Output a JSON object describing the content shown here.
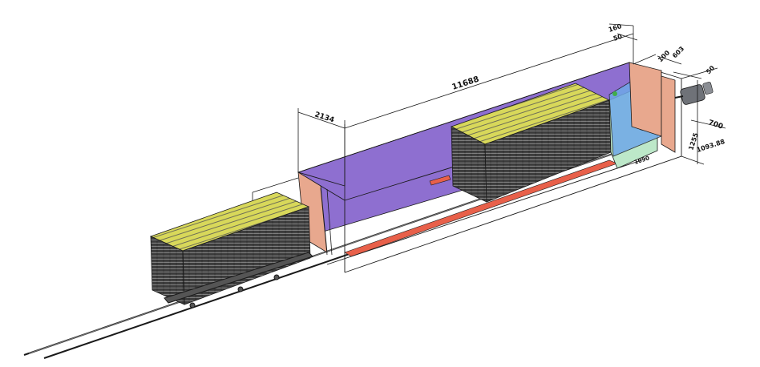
{
  "drawing": {
    "dimensions": {
      "overall_length": "11688",
      "door_opening": "2134",
      "top_offset_a": "160",
      "top_offset_b": "50",
      "end_width_a": "100",
      "end_width_b": "603",
      "end_width_c": "50",
      "fan_offset": "700",
      "side_height": "1255",
      "side_value": "1093.88",
      "floor_label": "1090"
    },
    "colors": {
      "chamber_wall": "#8e6fd0",
      "end_panel": "#e8a88e",
      "rail_heater": "#e8604a",
      "fan_panel": "#6fa8e8",
      "fan_housing": "#bde8c9",
      "board_top": "#d8d85a",
      "board_stack": "#4a4a4a",
      "line": "#1a1a1a"
    }
  }
}
